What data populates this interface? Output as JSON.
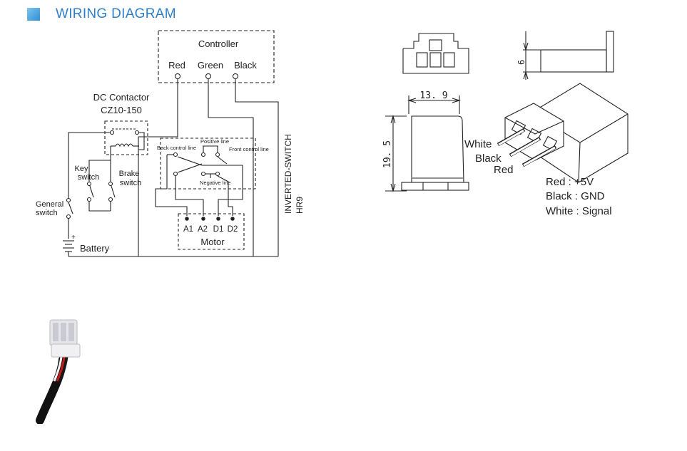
{
  "header": {
    "title": "WIRING DIAGRAM",
    "icon": "square-bullet-icon",
    "accent": "#2f7fc8"
  },
  "wiring": {
    "controller": "Controller",
    "wires": [
      "Red",
      "Green",
      "Black"
    ],
    "contactor_title": "DC Contactor",
    "contactor_model": "CZ10-150",
    "key_switch": [
      "Key",
      "switch"
    ],
    "brake_switch": [
      "Brake",
      "switch"
    ],
    "general_switch": [
      "General",
      "switch"
    ],
    "battery": "Battery",
    "battery_plus": "+",
    "back_control": "Back control line",
    "positive_line": "Positive line",
    "front_control": "Front control line",
    "negative_line": "Negative line",
    "motor_terminals": [
      "A1",
      "A2",
      "D1",
      "D2"
    ],
    "motor": "Motor",
    "inverted_switch": "INVERTED-SWITCH",
    "hr9": "HR9"
  },
  "connector": {
    "dim_height": "6",
    "dim_width": "13. 9",
    "dim_side": "19. 5",
    "pin_labels": [
      "White",
      "Black",
      "Red"
    ],
    "legend": [
      "Red : +5V",
      "Black : GND",
      "White : Signal"
    ]
  }
}
